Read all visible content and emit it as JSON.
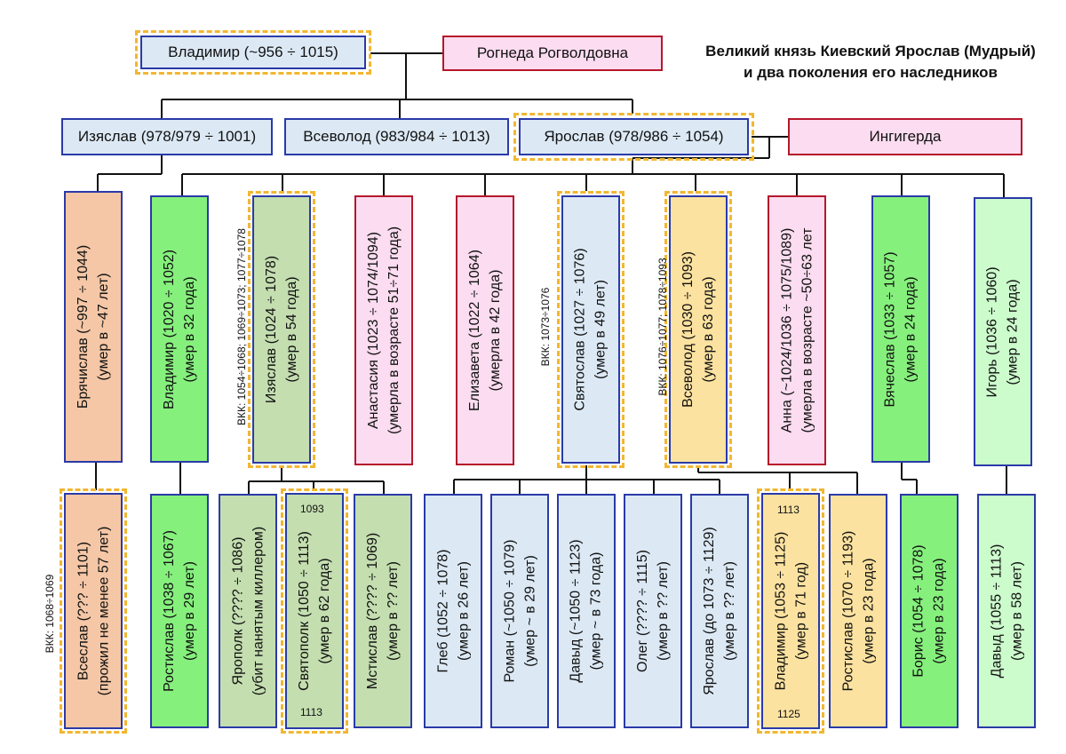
{
  "title": {
    "line1": "Великий князь Киевский Ярослав (Мудрый)",
    "line2": "и два поколения его наследников"
  },
  "gen0": {
    "father": "Владимир (~956 ÷ 1015)",
    "mother": "Рогнеда Рогволдовна"
  },
  "gen1": {
    "izyaslav": "Изяслав (978/979 ÷ 1001)",
    "vsevolod": "Всеволод (983/984 ÷ 1013)",
    "yaroslav": "Ярослав (978/986 ÷ 1054)",
    "ingigerda": "Ингигерда"
  },
  "gen2": [
    {
      "name": "Брячислав (~997 ÷ 1044)",
      "note": "(умер в ~47 лет)"
    },
    {
      "name": "Владимир (1020 ÷ 1052)",
      "note": "(умер в 32 года)"
    },
    {
      "name": "Изяслав (1024 ÷ 1078)",
      "note": "(умер в 54 года)"
    },
    {
      "name": "Анастасия (1023 ÷ 1074/1094)",
      "note": "(умерла в возрасте 51÷71 года)"
    },
    {
      "name": "Елизавета (1022 ÷ 1064)",
      "note": "(умерла в 42 года)"
    },
    {
      "name": "Святослав (1027 ÷ 1076)",
      "note": "(умер в 49 лет)"
    },
    {
      "name": "Всеволод (1030 ÷ 1093)",
      "note": "(умер в 63 года)"
    },
    {
      "name": "Анна (~1024/1036 ÷ 1075/1089)",
      "note": "(умерла в возрасте ~50÷63 лет"
    },
    {
      "name": "Вячеслав (1033 ÷ 1057)",
      "note": "(умер в 24 года)"
    },
    {
      "name": "Игорь (1036 ÷ 1060)",
      "note": "(умер в 24 года)"
    }
  ],
  "gen3": [
    {
      "name": "Всеслав (??? ÷ 1101)",
      "note": "(прожил не менее 57 лет)"
    },
    {
      "name": "Ростислав (1038 ÷ 1067)",
      "note": "(умер в 29 лет)"
    },
    {
      "name": "Ярополк (???? ÷ 1086)",
      "note": "(убит нанятым киллером)"
    },
    {
      "name": "Святополк (1050 ÷ 1113)",
      "note": "(умер в 62 года)"
    },
    {
      "name": "Мстислав (???? ÷ 1069)",
      "note": "(умер в ?? лет)"
    },
    {
      "name": "Глеб (1052 ÷ 1078)",
      "note": "(умер в 26 лет)"
    },
    {
      "name": "Роман (~1050 ÷ 1079)",
      "note": "(умер ~ в 29 лет)"
    },
    {
      "name": "Давыд (~1050 ÷ 1123)",
      "note": "(умер ~ в 73 года)"
    },
    {
      "name": "Олег (???? ÷ 1115)",
      "note": "(умер в ?? лет)"
    },
    {
      "name": "Ярослав (до 1073 ÷ 1129)",
      "note": "(умер в ?? лет)"
    },
    {
      "name": "Владимир (1053 ÷ 1125)",
      "note": "(умер в 71 год)"
    },
    {
      "name": "Ростислав (1070 ÷ 1193)",
      "note": "(умер в 23 года)"
    },
    {
      "name": "Борис (1054 ÷ 1078)",
      "note": "(умер в 23 года)"
    },
    {
      "name": "Давыд (1055 ÷ 1113)",
      "note": "(умер в 58 лет)"
    }
  ],
  "reigns": {
    "izyaslav": "ВКК: 1054÷1068; 1069÷1073; 1077÷1078",
    "svyatoslav": "ВКК: 1073÷1076",
    "vsevolod": "ВКК: 1076÷1077; 1078÷1093",
    "vseslav": "ВКК:  1068÷1069",
    "svyatopolk_start": "1093",
    "svyatopolk_end": "1113",
    "vladimir_start": "1113",
    "vladimir_end": "1125"
  }
}
